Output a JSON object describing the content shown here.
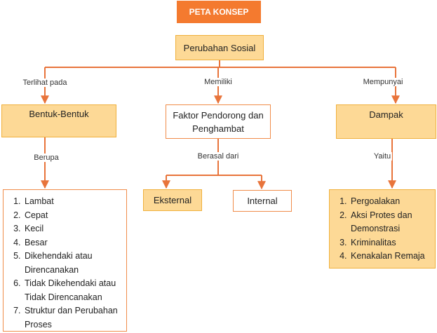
{
  "title": "PETA KONSEP",
  "root": "Perubahan Sosial",
  "branches": [
    {
      "edge_label": "Terlihat pada",
      "node": "Bentuk-Bentuk",
      "sub_label": "Berupa",
      "items": [
        "Lambat",
        "Cepat",
        "Kecil",
        "Besar",
        "Dikehendaki atau Direncanakan",
        "Tidak Dikehendaki atau Tidak Direncanakan",
        "Struktur dan Perubahan Proses"
      ]
    },
    {
      "edge_label": "Memiliki",
      "node": "Faktor Pendorong dan Penghambat",
      "sub_label": "Berasal dari",
      "children": [
        "Eksternal",
        "Internal"
      ]
    },
    {
      "edge_label": "Mempunyai",
      "node": "Dampak",
      "sub_label": "Yaitu",
      "items": [
        "Pergoalakan",
        "Aksi Protes dan Demonstrasi",
        "Kriminalitas",
        "Kenakalan Remaja"
      ]
    }
  ],
  "colors": {
    "title_bg": "#f47a2f",
    "node_fill": "#fdd996",
    "node_border": "#f0b03c",
    "connector": "#e8743b"
  }
}
